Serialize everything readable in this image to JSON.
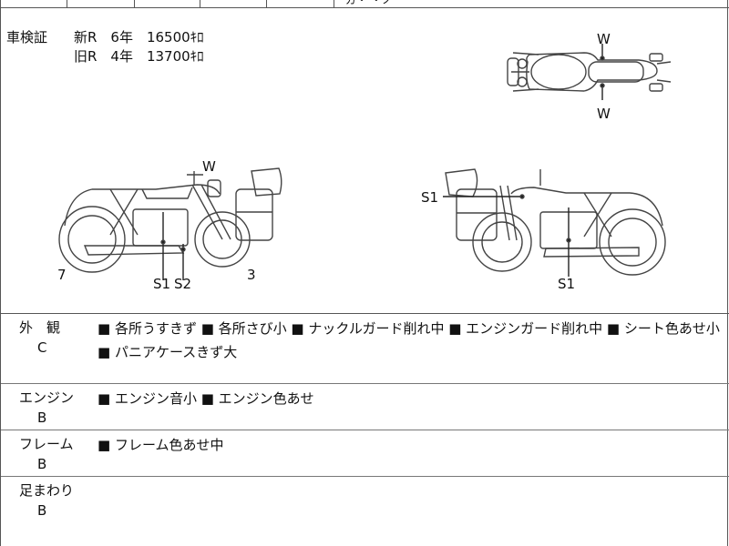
{
  "header": {
    "fragment": "ガ・ ・ノ"
  },
  "registration": {
    "label": "車検証",
    "lines": [
      "新R　6年　16500ｷﾛ",
      "旧R　4年　13700ｷﾛ"
    ]
  },
  "diagram": {
    "top_view_marks": [
      "W",
      "W"
    ],
    "left_side_marks": {
      "mirror": "W",
      "front": "7",
      "rear": "3",
      "s1": "S1",
      "s2": "S2"
    },
    "right_side_marks": {
      "s1_upper": "S1",
      "s1_lower": "S1"
    }
  },
  "sections": [
    {
      "category": "外　観",
      "grade": "C",
      "description": "■ 各所うすきず ■ 各所さび小 ■ ナックルガード削れ中 ■ エンジンガード削れ中 ■ シート色あせ小 ■ パニアケースきず大"
    },
    {
      "category": "エンジン",
      "grade": "B",
      "description": "■ エンジン音小 ■ エンジン色あせ"
    },
    {
      "category": "フレーム",
      "grade": "B",
      "description": "■ フレーム色あせ中"
    },
    {
      "category": "足まわり",
      "grade": "B",
      "description": ""
    }
  ]
}
